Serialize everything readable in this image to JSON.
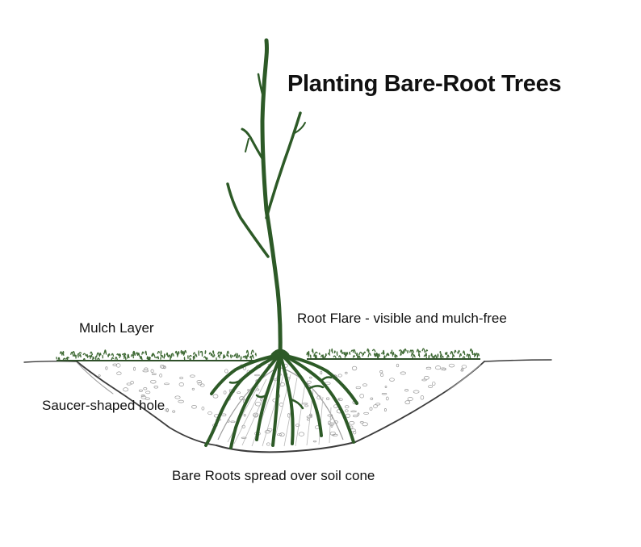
{
  "title": "Planting Bare-Root Trees",
  "labels": {
    "mulch": "Mulch Layer",
    "root_flare": "Root Flare - visible and mulch-free",
    "hole": "Saucer-shaped hole",
    "roots": "Bare Roots spread over soil cone"
  },
  "colors": {
    "tree": "#2d5a27",
    "ground_line": "#3c3c3c",
    "mulch": "#3f6a35",
    "soil_speckle": "#9a9a9a",
    "text": "#111111"
  }
}
